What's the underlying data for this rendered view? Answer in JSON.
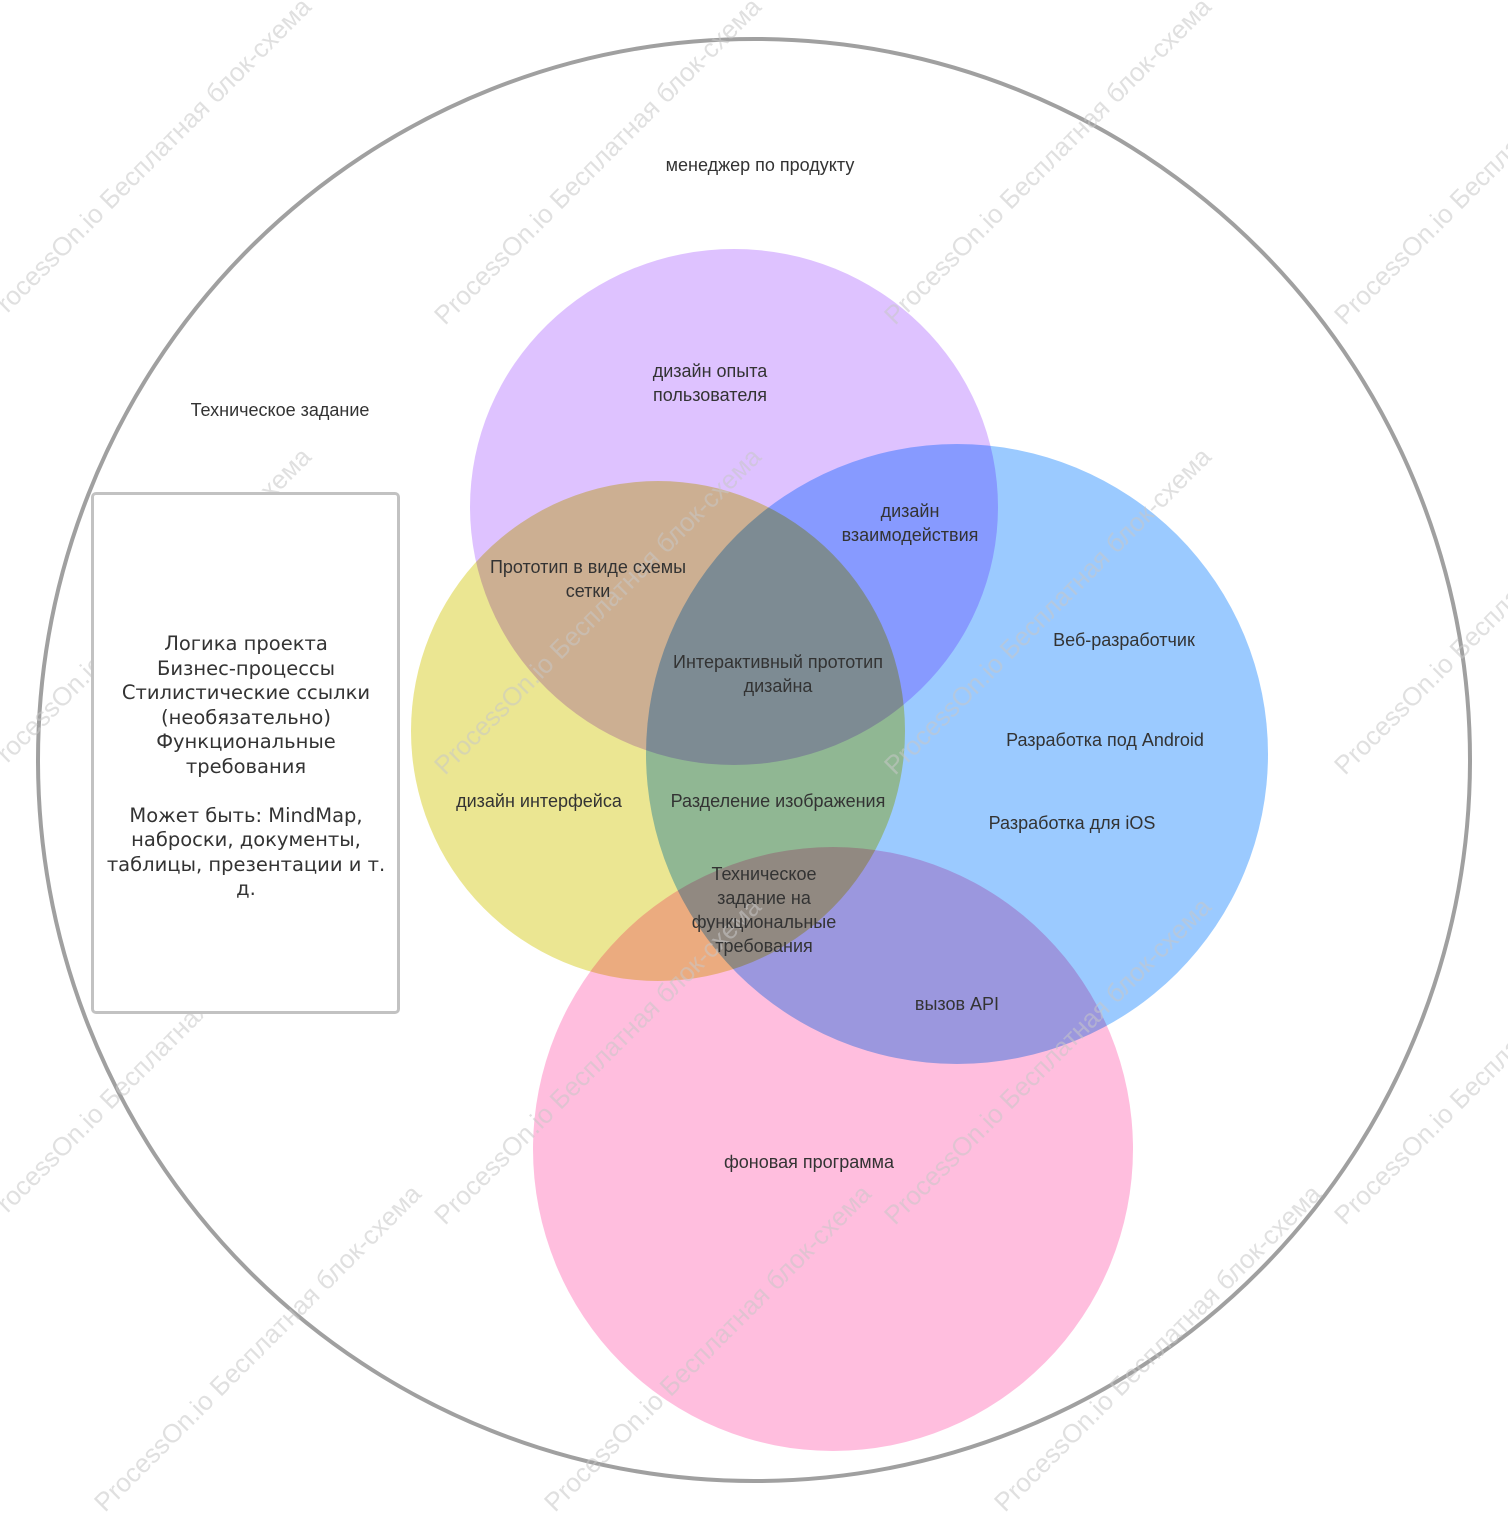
{
  "diagram": {
    "outer_label": "менеджер по продукту",
    "doc_label": "Техническое задание",
    "note_lines": "Логика проекта\nБизнес-процессы\nСтилистические ссылки\n(необязательно)\nФункциональные\nтребования\n\nМожет быть: MindMap,\nнаброски, документы,\nтаблицы, презентации и т. д.",
    "circles": {
      "ux": {
        "label": "дизайн опыта\nпользователя",
        "color": "#d9b8ff"
      },
      "ui": {
        "label": "дизайн интерфейса",
        "color": "#e6e17a"
      },
      "dev": {
        "color": "#85bfff"
      },
      "backend": {
        "label": "фоновая программа",
        "color": "#ffb3d9"
      }
    },
    "labels": {
      "interaction": "дизайн\nвзаимодействия",
      "wireframe": "Прототип в виде схемы\nсетки",
      "interactive_prototype": "Интерактивный прототип\nдизайна",
      "image_slicing": "Разделение изображения",
      "tech_spec": "Техническое\nзадание на\nфункциональные\nтребования",
      "api": "вызов API",
      "web": "Веб-разработчик",
      "android": "Разработка под Android",
      "ios": "Разработка для iOS"
    },
    "watermark": "ProcessOn.io Бесплатная блок-схема",
    "outer_stroke": "#a0a0a0"
  }
}
